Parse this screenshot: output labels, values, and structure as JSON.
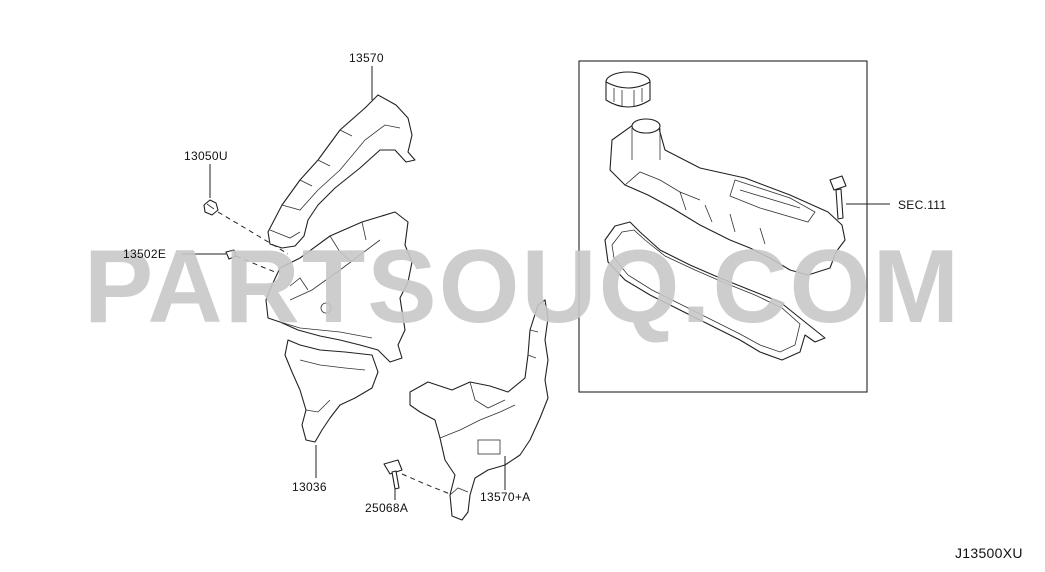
{
  "diagram": {
    "code": "J13500XU",
    "watermark": {
      "text": "PARTSOUQ.COM",
      "color": "#c8c8c8"
    },
    "parts": [
      {
        "id": "p13570",
        "label": "13570"
      },
      {
        "id": "p13050U",
        "label": "13050U"
      },
      {
        "id": "p13502E",
        "label": "13502E"
      },
      {
        "id": "p13036",
        "label": "13036"
      },
      {
        "id": "p25068A",
        "label": "25068A"
      },
      {
        "id": "p13570A",
        "label": "13570+A"
      },
      {
        "id": "sec111",
        "label": "SEC.111"
      }
    ]
  }
}
